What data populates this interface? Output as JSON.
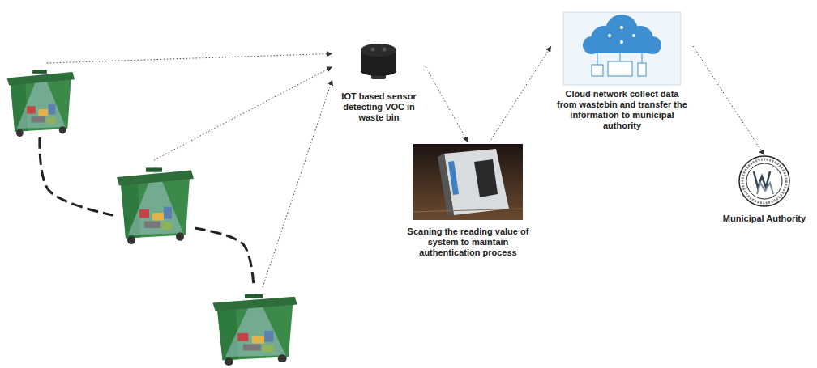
{
  "diagram": {
    "nodes": [
      {
        "text": []
      },
      {
        "text": []
      },
      {
        "text": []
      },
      {
        "text": [
          "IOT based sensor detecting VOC in waste bin"
        ]
      },
      {
        "text": [
          "Scaning the reading value of system to maintain authentication process"
        ]
      },
      {
        "text": [
          "Cloud network collect data from wastebin and transfer the information to municipal authority"
        ]
      },
      {
        "text": [
          "Municipal Authority"
        ]
      }
    ],
    "edges": [
      {
        "from": 0,
        "to": 3,
        "arrow": "to"
      },
      {
        "from": 1,
        "to": 3,
        "arrow": "to"
      },
      {
        "from": 2,
        "to": 3,
        "arrow": "to"
      },
      {
        "from": 3,
        "to": 4,
        "arrow": "to"
      },
      {
        "from": 4,
        "to": 5,
        "arrow": "to"
      },
      {
        "from": 5,
        "to": 6,
        "arrow": "to"
      },
      {
        "from": 0,
        "to": 1,
        "arrow": "none"
      },
      {
        "from": 1,
        "to": 2,
        "arrow": "none"
      }
    ]
  }
}
